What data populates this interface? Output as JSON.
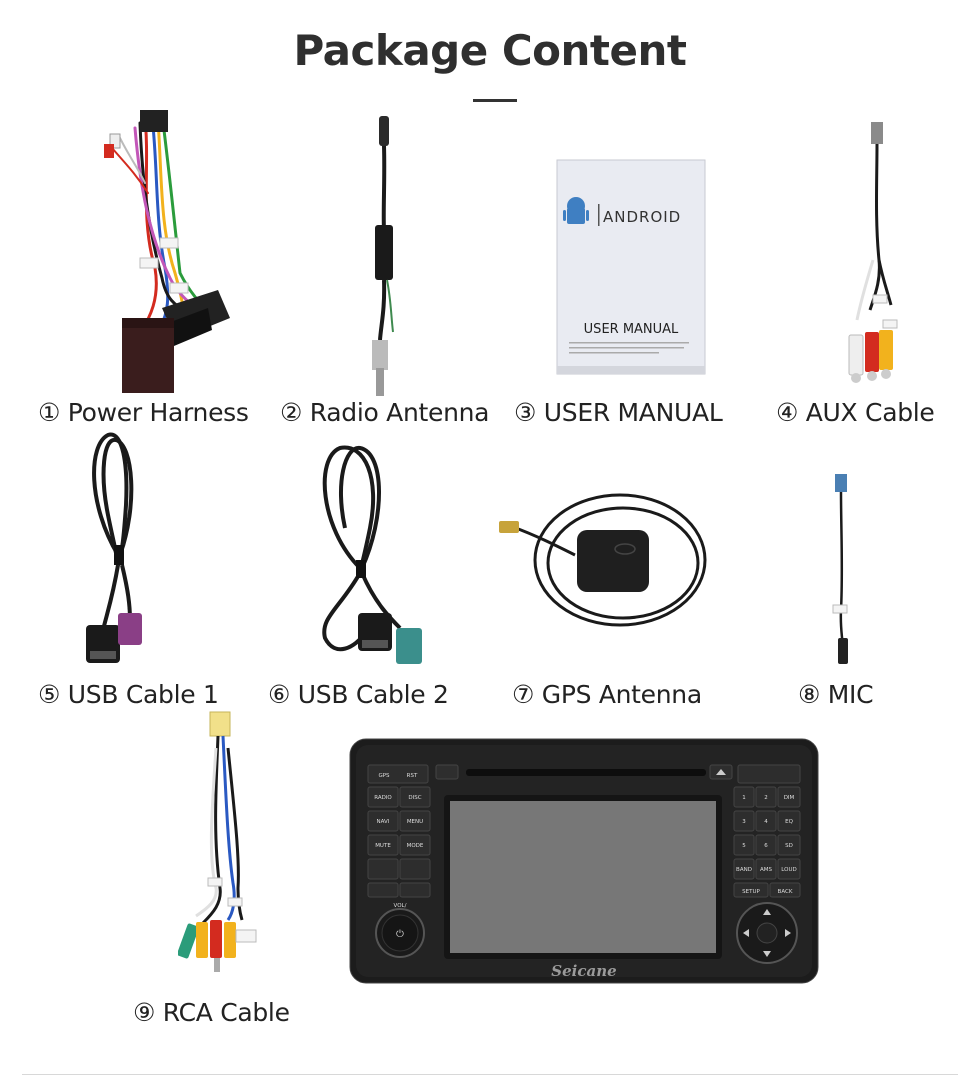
{
  "page": {
    "title": "Package Content"
  },
  "items": [
    {
      "label": "① Power Harness"
    },
    {
      "label": "② Radio Antenna"
    },
    {
      "label": "③ USER MANUAL"
    },
    {
      "label": "④ AUX Cable"
    },
    {
      "label": "⑤ USB Cable 1"
    },
    {
      "label": "⑥ USB Cable 2"
    },
    {
      "label": "⑦ GPS Antenna"
    },
    {
      "label": "⑧ MIC"
    },
    {
      "label": "⑨ RCA Cable"
    }
  ],
  "manual": {
    "brand_text": "ANDROID",
    "cover_title": "USER MANUAL"
  },
  "head_unit": {
    "brand": "Seicane",
    "left_buttons": [
      "GPS",
      "RST",
      "RADIO",
      "DISC",
      "NAVI",
      "MENU",
      "MUTE",
      "MODE",
      "VOL/"
    ],
    "right_buttons": [
      "1",
      "2",
      "DIM",
      "3",
      "4",
      "EQ",
      "5",
      "6",
      "SD",
      "BAND",
      "AMS",
      "LOUD",
      "SETUP",
      "BACK"
    ]
  },
  "colors": {
    "title": "#2f2f2f",
    "cable": "#1a1a1a",
    "rca_red": "#d32b1f",
    "rca_yellow": "#f2b21d",
    "rca_white": "#eeeeee",
    "usb_purple": "#8a3f86",
    "usb_teal": "#3b8f8c",
    "screen": "#777777",
    "device_body": "#1c1c1c"
  }
}
